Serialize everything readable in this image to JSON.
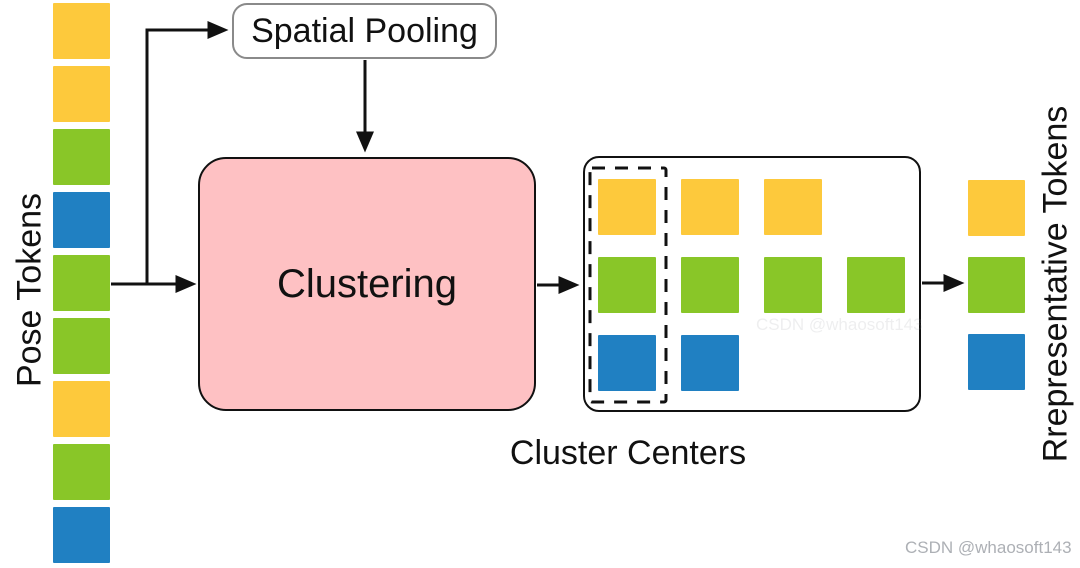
{
  "palette": {
    "yellow": "#FDC93C",
    "green": "#89C628",
    "blue": "#2080C2",
    "pink": "#FEC1C3",
    "line": "#111111",
    "gray": "#8A8A8A",
    "watermark": "#ADB0B5"
  },
  "labels": {
    "pose_tokens": "Pose Tokens",
    "spatial_pooling": "Spatial Pooling",
    "clustering": "Clustering",
    "cluster_centers": "Cluster Centers",
    "representative_tokens": "Rrepresentative Tokens"
  },
  "pose_tokens_column": [
    "yellow",
    "yellow",
    "green",
    "blue",
    "green",
    "green",
    "yellow",
    "green",
    "blue"
  ],
  "cluster_center_rows": [
    [
      "yellow",
      "yellow",
      "yellow"
    ],
    [
      "green",
      "green",
      "green",
      "green"
    ],
    [
      "blue",
      "blue"
    ]
  ],
  "representative_tokens_column": [
    "yellow",
    "green",
    "blue"
  ],
  "watermark": {
    "text": "CSDN @whaosoft143"
  }
}
